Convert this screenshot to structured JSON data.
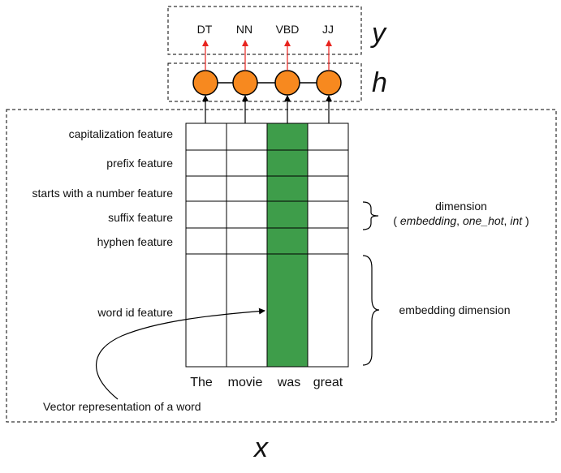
{
  "output_labels": [
    "DT",
    "NN",
    "VBD",
    "JJ"
  ],
  "variables": {
    "y": "y",
    "h": "h",
    "x": "x"
  },
  "feature_labels": [
    "capitalization feature",
    "prefix feature",
    "starts with a number feature",
    "suffix feature",
    "hyphen feature",
    "word id feature"
  ],
  "words": [
    "The",
    "movie",
    "was",
    "great"
  ],
  "highlighted_word_index": 2,
  "dimension_note": {
    "title": "dimension",
    "open": "( ",
    "embedding": "embedding",
    "sep1": ", ",
    "one_hot": "one_hot",
    "sep2": ", ",
    "int": "int",
    "close": " )"
  },
  "embedding_dimension_label": "embedding dimension",
  "annotation": "Vector representation of a word",
  "colors": {
    "node_fill": "#F7891F",
    "highlight": "#3E9D4A",
    "red_arrow": "#E8231E",
    "line": "#000000"
  }
}
